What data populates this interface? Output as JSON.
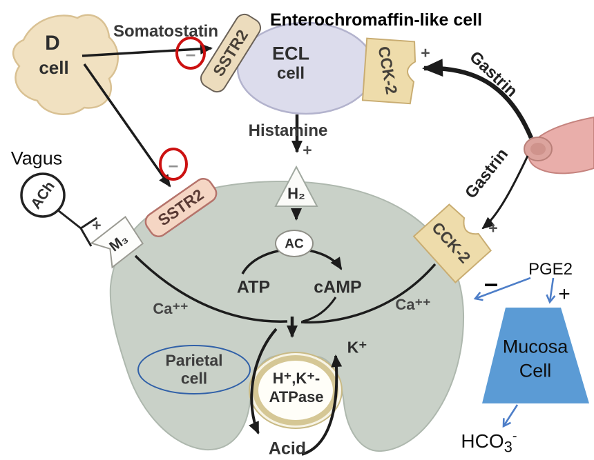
{
  "title": "Enterochromaffin-like cell",
  "cells": {
    "d": {
      "line1": "D",
      "line2": "cell"
    },
    "ecl": {
      "line1": "ECL",
      "line2": "cell"
    },
    "parietal": {
      "line1": "Parietal",
      "line2": "cell"
    },
    "mucosa": {
      "line1": "Mucosa",
      "line2": "Cell"
    }
  },
  "receptors": {
    "sstr2_ecl": "SSTR2",
    "cck2_ecl": "CCK-2",
    "sstr2_parietal": "SSTR2",
    "cck2_parietal": "CCK-2",
    "m3": "M₃",
    "h2": "H₂",
    "ac": "AC",
    "atpase_line1": "H⁺,K⁺-",
    "atpase_line2": "ATPase"
  },
  "labels": {
    "vagus": "Vagus",
    "ach": "ACh",
    "somatostatin": "Somatostatin",
    "histamine": "Histamine",
    "gastrin_upper": "Gastrin",
    "gastrin_lower": "Gastrin",
    "pge2": "PGE2",
    "atp": "ATP",
    "camp": "cAMP",
    "ca_left": "Ca⁺⁺",
    "ca_right": "Ca⁺⁺",
    "k": "K⁺",
    "acid": "Acid",
    "hco3_base": "HCO",
    "hco3_sub": "3",
    "hco3_sup": "-"
  },
  "signs": {
    "inhibit_somatostatin": "–",
    "inhibit_parietal": "–",
    "plus_gastrin_ecl": "+",
    "plus_histamine": "+",
    "plus_ach": "+",
    "plus_gastrin_parietal": "+",
    "pge2_minus": "–",
    "pge2_plus": "+"
  },
  "colors": {
    "d_cell": "#f1e1c1",
    "ecl_cell": "#dcdcec",
    "parietal_cell": "#c9d1c8",
    "receptor_tan": "#eedcab",
    "sstr2_ecl": "#ecdcbd",
    "sstr2_parietal": "#f5d6c4",
    "atpase_ring": "#d5c795",
    "mucosa_blue": "#5b9bd5",
    "blue_arrow": "#4d7ec8",
    "inhibit_red": "#cc1111",
    "gastrin_source": "#e9aeaa",
    "label_ellipse_blue": "#3060a8"
  }
}
